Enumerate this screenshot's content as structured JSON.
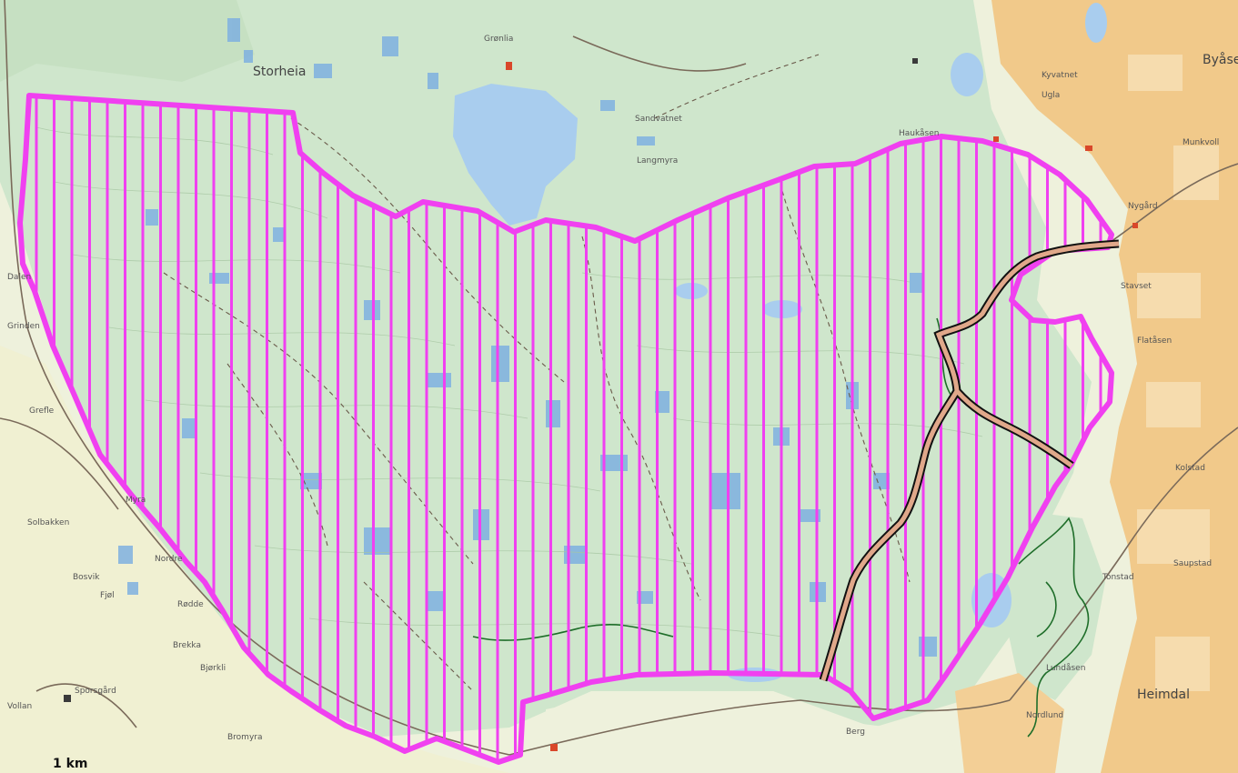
{
  "map": {
    "places": {
      "storheia": "Storheia",
      "heimdal": "Heimdal",
      "byasen": "Byåse"
    },
    "scale_label": "1 km",
    "colors": {
      "background": "#eef1dc",
      "forest": "#cfe6cc",
      "urban": "#f1c98a",
      "water": "#a9cdee",
      "marsh": "#7fb0e0",
      "zone_outline": "#f040f0",
      "trail": "#1f6e2a",
      "road": "#555555"
    }
  },
  "small_labels": [
    "Grønlia",
    "Haukåsen",
    "Sandvatnet",
    "Langmyra",
    "Kyvatnet",
    "Ugla",
    "Munkvoll",
    "Nygård",
    "Stavset",
    "Flatåsen",
    "Kolstad",
    "Saupstad",
    "Tonstad",
    "Lundåsen",
    "Nordlund",
    "Grinden",
    "Myra",
    "Grefle",
    "Dalen",
    "Bosvik",
    "Fjøl",
    "Brekka",
    "Sporsgård",
    "Solbakken",
    "Bromyra",
    "Rødde",
    "Bjørkli",
    "Nordre",
    "Vollan",
    "Berg"
  ]
}
